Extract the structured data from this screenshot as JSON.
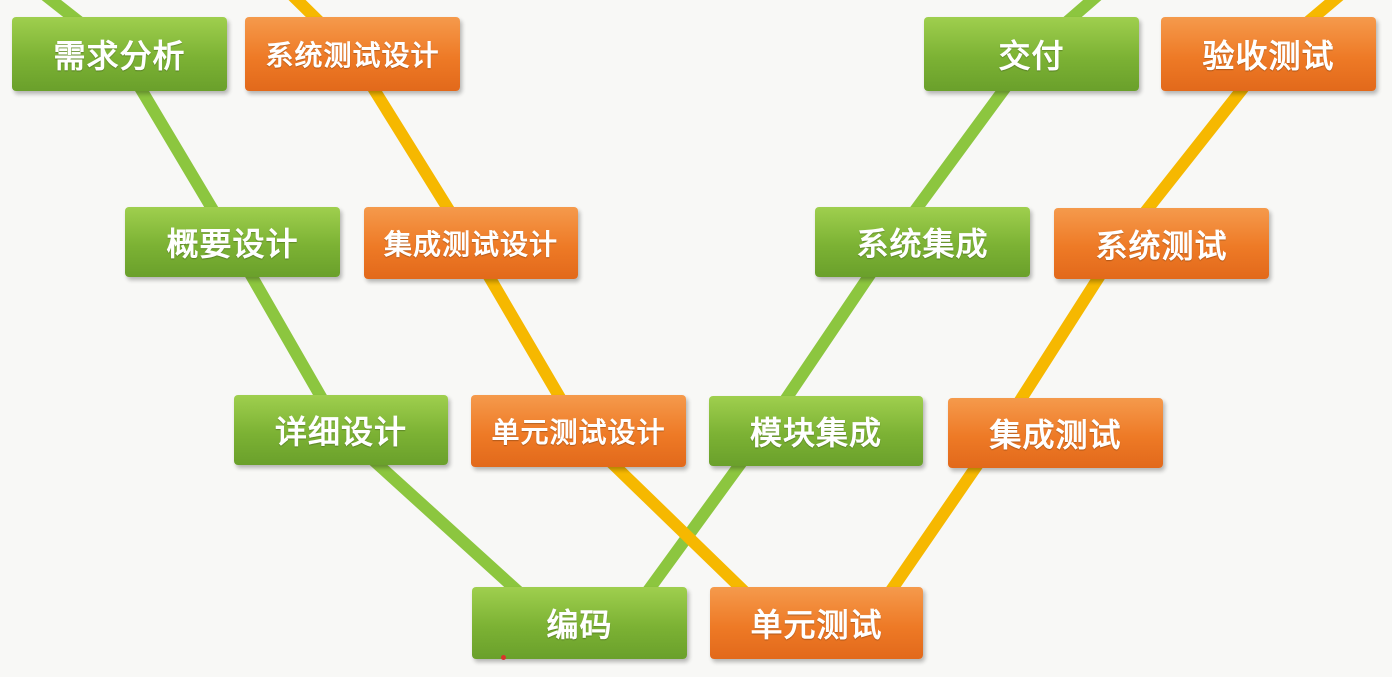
{
  "colors": {
    "development_line": "#8cc63f",
    "testing_line": "#f6b800",
    "development_box": "#7cb234",
    "testing_box": "#ee7a26"
  },
  "development_left": {
    "requirements_analysis": "需求分析",
    "high_level_design": "概要设计",
    "detailed_design": "详细设计"
  },
  "testing_design": {
    "system_test_design": "系统测试设计",
    "integration_test_design": "集成测试设计",
    "unit_test_design": "单元测试设计"
  },
  "bottom": {
    "coding": "编码",
    "unit_testing": "单元测试"
  },
  "development_right": {
    "module_integration": "模块集成",
    "system_integration": "系统集成",
    "delivery": "交付"
  },
  "testing_right": {
    "integration_testing": "集成测试",
    "system_testing": "系统测试",
    "acceptance_testing": "验收测试"
  }
}
